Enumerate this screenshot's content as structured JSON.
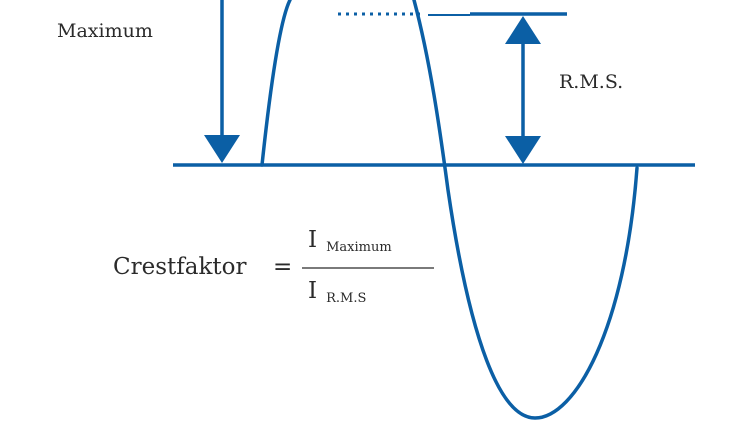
{
  "labels": {
    "maximum": "Maximum",
    "rms": "R.M.S."
  },
  "formula": {
    "lhs": "Crestfaktor",
    "equals": "=",
    "numerator_symbol": "I",
    "numerator_subscript": "Maximum",
    "denominator_symbol": "I",
    "denominator_subscript": "R.M.S"
  },
  "colors": {
    "accent": "#0b5fa5",
    "text": "#2b2b2b",
    "background": "#ffffff"
  }
}
